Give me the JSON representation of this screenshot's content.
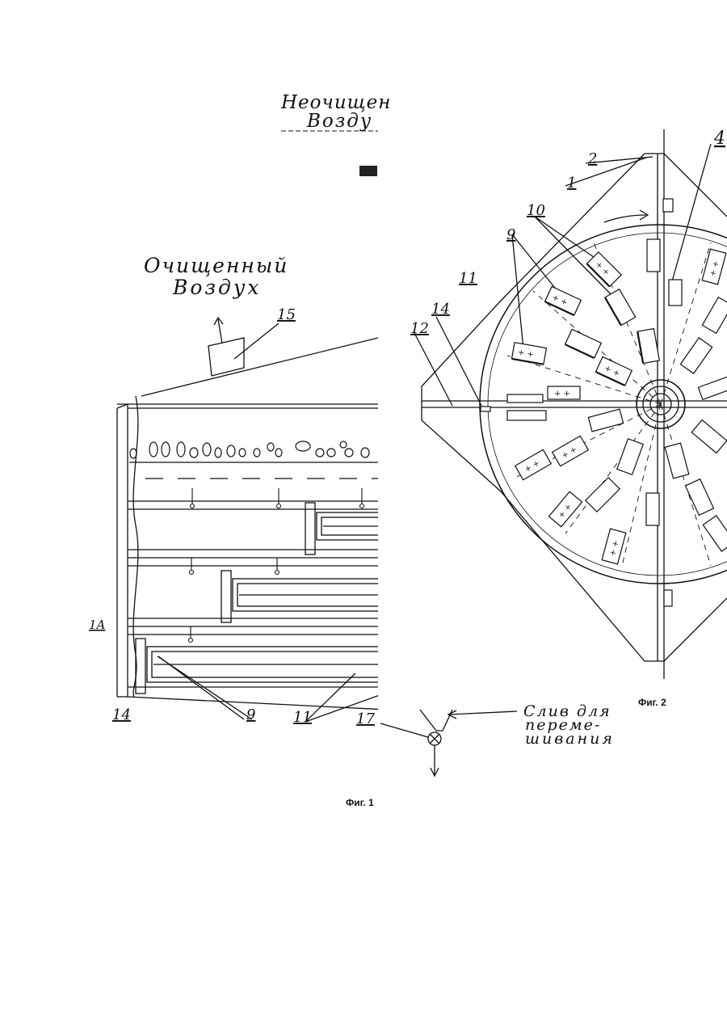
{
  "fig1": {
    "caption": "Фиг. 1",
    "unclean_air_line1": "Неочищен",
    "unclean_air_line2": "Возду",
    "clean_air_line1": "Очищенный",
    "clean_air_line2": "Воздух",
    "mix_line1": "Слив для",
    "mix_line2": "переме-",
    "mix_line3": "шивания",
    "labels": {
      "l15": "15",
      "l14": "14",
      "l9": "9",
      "l11": "11",
      "l17": "17",
      "l1A": "1A"
    }
  },
  "fig2": {
    "caption": "Фиг. 2",
    "labels": {
      "l1": "1",
      "l2": "2",
      "l4": "4",
      "l10": "10",
      "l9": "9",
      "l11": "11",
      "l14": "14",
      "l12": "12"
    }
  }
}
